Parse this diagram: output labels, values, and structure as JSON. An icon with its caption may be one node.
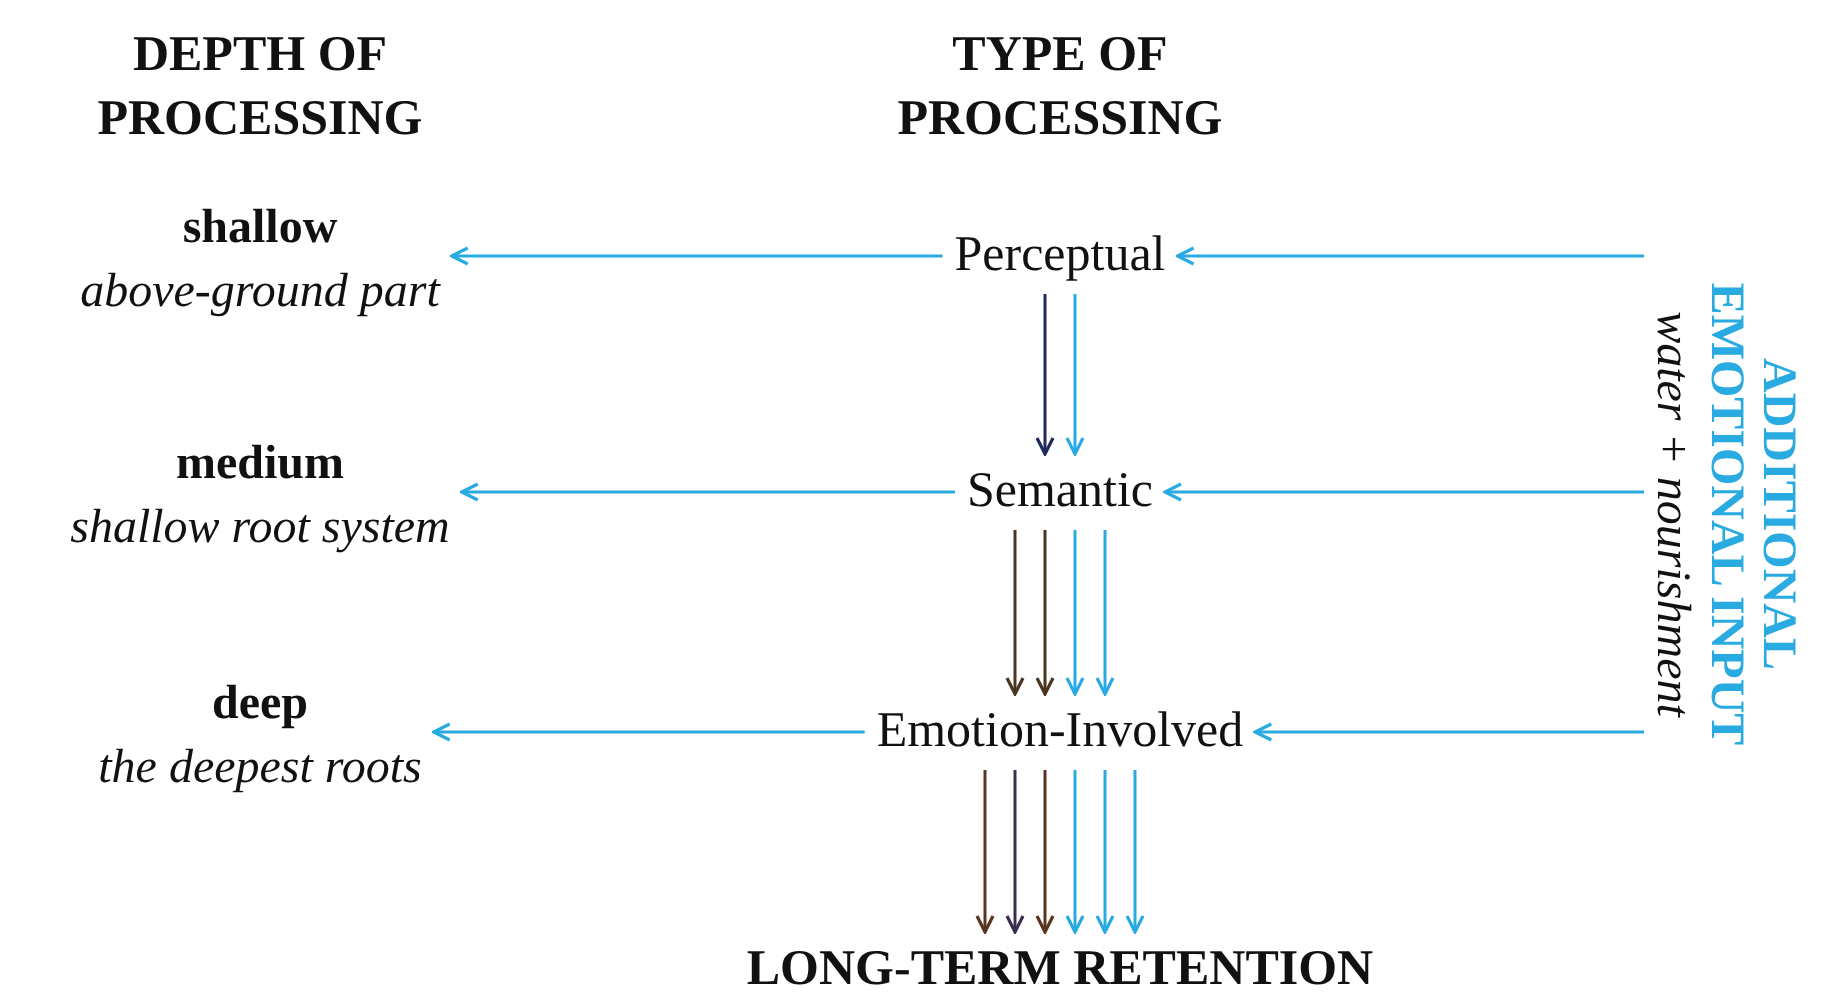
{
  "diagram": {
    "nodes": [
      {
        "text": [
          "shallow",
          "above-ground part"
        ]
      },
      {
        "text": [
          "medium",
          "shallow root system"
        ]
      },
      {
        "text": [
          "deep",
          "the deepest roots"
        ]
      },
      {
        "text": [
          "Perceptual"
        ]
      },
      {
        "text": [
          "Semantic"
        ]
      },
      {
        "text": [
          "Emotion-Involved"
        ]
      },
      {
        "text": [
          "LONG-TERM RETENTION"
        ]
      },
      {
        "text": [
          "ADDITIONAL EMOTIONAL INPUT",
          "water + nourishment"
        ]
      }
    ],
    "edges": [
      {
        "from": 3,
        "to": 0,
        "arrow": "to"
      },
      {
        "from": 4,
        "to": 1,
        "arrow": "to"
      },
      {
        "from": 5,
        "to": 2,
        "arrow": "to"
      },
      {
        "from": 7,
        "to": 3,
        "arrow": "to"
      },
      {
        "from": 7,
        "to": 4,
        "arrow": "to"
      },
      {
        "from": 7,
        "to": 5,
        "arrow": "to"
      },
      {
        "from": 3,
        "to": 4,
        "arrow": "to",
        "color": "#1f2a5a"
      },
      {
        "from": 3,
        "to": 4,
        "arrow": "to"
      },
      {
        "from": 4,
        "to": 5,
        "arrow": "to",
        "color": "#4a3520"
      },
      {
        "from": 4,
        "to": 5,
        "arrow": "to",
        "color": "#4a3520"
      },
      {
        "from": 4,
        "to": 5,
        "arrow": "to"
      },
      {
        "from": 4,
        "to": 5,
        "arrow": "to"
      },
      {
        "from": 5,
        "to": 6,
        "arrow": "to",
        "color": "#5a3520"
      },
      {
        "from": 5,
        "to": 6,
        "arrow": "to",
        "color": "#3a2f50"
      },
      {
        "from": 5,
        "to": 6,
        "arrow": "to",
        "color": "#5a3520"
      },
      {
        "from": 5,
        "to": 6,
        "arrow": "to"
      },
      {
        "from": 5,
        "to": 6,
        "arrow": "to"
      },
      {
        "from": 5,
        "to": 6,
        "arrow": "to"
      }
    ],
    "labels": [
      "DEPTH OF PROCESSING",
      "TYPE OF PROCESSING"
    ]
  }
}
